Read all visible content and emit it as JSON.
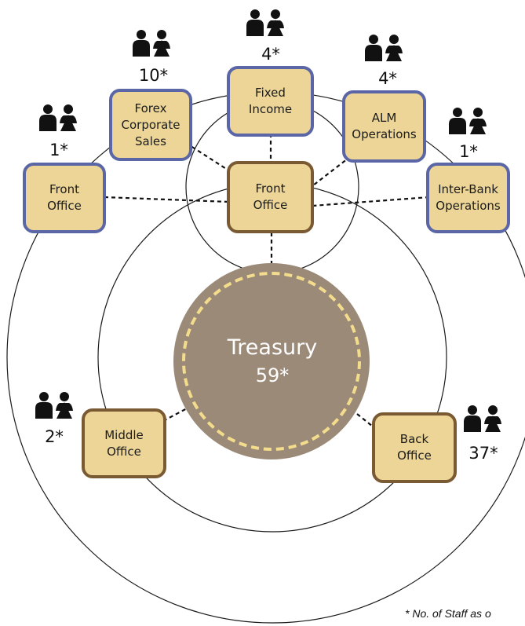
{
  "center": {
    "title": "Treasury",
    "count": "59*"
  },
  "hub": {
    "label": "Front\nOffice"
  },
  "front_office_units": [
    {
      "label": "Front\nOffice",
      "count": "1*"
    },
    {
      "label": "Forex\nCorporate\nSales",
      "count": "10*"
    },
    {
      "label": "Fixed\nIncome",
      "count": "4*"
    },
    {
      "label": "ALM\nOperations",
      "count": "4*"
    },
    {
      "label": "Inter-Bank\nOperations",
      "count": "1*"
    }
  ],
  "middle_office": {
    "label": "Middle\nOffice",
    "count": "2*"
  },
  "back_office": {
    "label": "Back\nOffice",
    "count": "37*"
  },
  "footnote": "* No. of Staff as o",
  "colors": {
    "box_fill": "#ecd596",
    "blue_border": "#5a66a6",
    "brown_border": "#7a5a33",
    "center_fill": "#9b8a78",
    "center_dash": "#f3dd8c"
  },
  "icons": {
    "staff": "two-people-icon"
  }
}
